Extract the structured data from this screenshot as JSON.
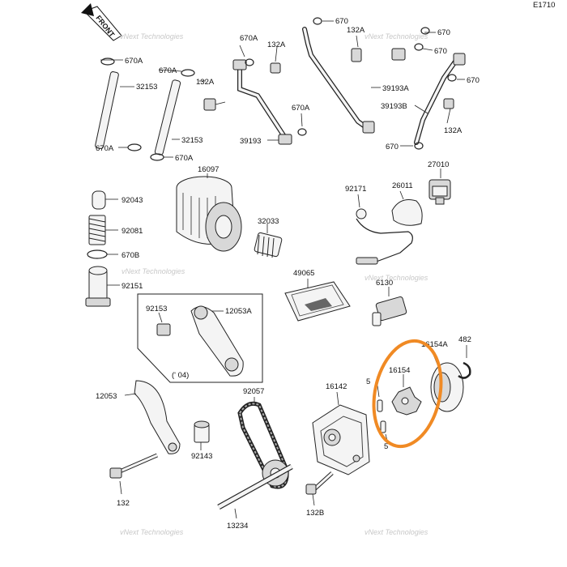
{
  "figure_code": "E1710",
  "front_label": "FRONT",
  "watermark": "vNext Technologies",
  "highlight_color": "#f08a24",
  "variant_note": "(' 04)",
  "labels": {
    "l670_tr1": "670",
    "l670_tr2": "670",
    "l670_tr3": "670",
    "l670_mr": "670",
    "l670a_l1": "670A",
    "l670a_l2": "670A",
    "l670a_l3": "670A",
    "l670a_l4": "670A",
    "l670a_m1": "670A",
    "l670a_m2": "670A",
    "l132a_1": "132A",
    "l132a_2": "132A",
    "l132a_3": "132A",
    "l132a_4": "132A",
    "l32153_1": "32153",
    "l32153_2": "32153",
    "l39193": "39193",
    "l39193a": "39193A",
    "l39193b": "39193B",
    "l16097": "16097",
    "l27010": "27010",
    "l92171": "92171",
    "l26011": "26011",
    "l92043": "92043",
    "l92081": "92081",
    "l670b": "670B",
    "l32033": "32033",
    "l92151": "92151",
    "l49065": "49065",
    "l6130": "6130",
    "l92153": "92153",
    "l12053a": "12053A",
    "l16154a": "16154A",
    "l482": "482",
    "l16154": "16154",
    "l5x1": "5",
    "l5x2": "5",
    "l12053": "12053",
    "l92057": "92057",
    "l16142": "16142",
    "l92143": "92143",
    "l132": "132",
    "l13234": "13234",
    "l132b": "132B"
  }
}
